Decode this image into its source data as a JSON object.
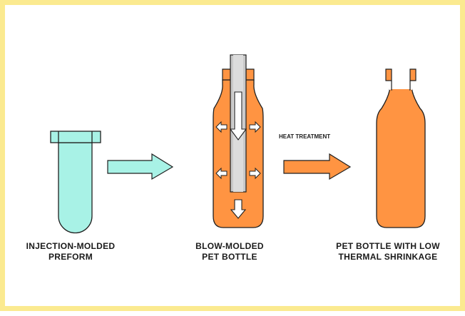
{
  "stages": [
    {
      "line1": "INJECTION-MOLDED",
      "line2": "PREFORM"
    },
    {
      "line1": "BLOW-MOLDED",
      "line2": "PET BOTTLE"
    },
    {
      "line1": "PET BOTTLE WITH LOW",
      "line2": "THERMAL SHRINKAGE"
    }
  ],
  "process_label": "HEAT TREATMENT",
  "colors": {
    "frame": "#fbea90",
    "preform": "#a8f2e6",
    "bottle": "#ff9442",
    "rod": "#c9c9c9",
    "outline": "#1f1f1f"
  }
}
